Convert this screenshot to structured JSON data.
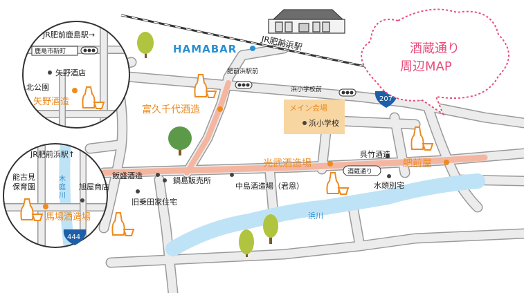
{
  "title": {
    "line1": "酒蔵通り",
    "line2": "周辺MAP"
  },
  "station": {
    "main": "JR肥前浜駅",
    "kashima": "JR肥前鹿島駅→",
    "inset2_station": "JR肥前浜駅↑"
  },
  "landmarks": {
    "hamabar": "HAMABAR",
    "main_venue": "メイン会場",
    "hama_school": "浜小学校",
    "hama_river": "浜川",
    "kitahara_river": "木庭川",
    "kita_park": "北公園",
    "noko_nursery_1": "能古見",
    "noko_nursery_2": "保育園"
  },
  "bus_stops": {
    "hizenhama_ekimae": "肥前浜駅前",
    "hama_school_mae": "浜小学校前",
    "kashima_shinmachi": "鹿島市新町",
    "sakagura_dori": "酒蔵通り"
  },
  "route_number": "207",
  "route_number_inset": "444",
  "breweries": {
    "fukuchiyo": "富久千代酒造",
    "kobu": "光武酒造場",
    "hizenya": "肥前屋",
    "yano": "矢野酒造",
    "baba": "馬場酒造場"
  },
  "places": {
    "iimori": "飯盛酒造",
    "nabeshima": "鍋島販売所",
    "nakajima": "中島酒造場（君恩）",
    "kyu_jodai": "旧乗田家住宅",
    "kuretake": "呉竹酒造",
    "mizuto": "水頭別宅",
    "yano_store": "矢野酒店",
    "asahiya": "旭屋商店"
  },
  "colors": {
    "orange": "#ee8a1e",
    "blue": "#2a8fd3",
    "river": "#bfe3f6",
    "road": "#e6e6e6",
    "road_edge": "#999999",
    "pink_road": "#f7b7a3",
    "venue": "#f8d6a2",
    "title_pink": "#e94d7a"
  }
}
